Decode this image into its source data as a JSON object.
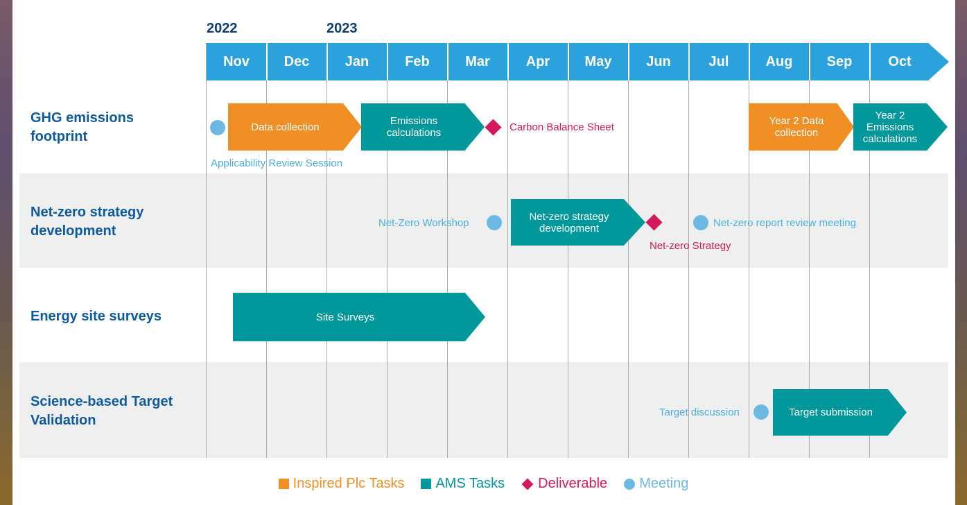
{
  "years": [
    "2022",
    "2023"
  ],
  "months": [
    "Nov",
    "Dec",
    "Jan",
    "Feb",
    "Mar",
    "Apr",
    "May",
    "Jun",
    "Jul",
    "Aug",
    "Sep",
    "Oct"
  ],
  "rows": [
    {
      "label": "GHG emissions footprint"
    },
    {
      "label": "Net-zero strategy development"
    },
    {
      "label": "Energy site surveys"
    },
    {
      "label": "Science-based Target Validation"
    }
  ],
  "tasks": {
    "data_collection": "Data collection",
    "emissions_calculations": "Emissions calculations",
    "year2_data_collection": "Year 2 Data collection",
    "year2_emissions_calculations": "Year 2 Emissions calculations",
    "net_zero_strategy_development": "Net-zero strategy development",
    "site_surveys": "Site Surveys",
    "target_submission": "Target submission"
  },
  "meetings": {
    "applicability_review": "Applicability Review Session",
    "net_zero_workshop": "Net-Zero Workshop",
    "net_zero_report_review": "Net-zero report review meeting",
    "target_discussion": "Target discussion"
  },
  "deliverables": {
    "carbon_balance_sheet": "Carbon Balance Sheet",
    "net_zero_strategy": "Net-zero Strategy"
  },
  "legend": {
    "inspired": "Inspired Plc Tasks",
    "ams": "AMS Tasks",
    "deliverable": "Deliverable",
    "meeting": "Meeting"
  },
  "colors": {
    "inspired": "#f08f23",
    "ams": "#00989a",
    "deliverable": "#d4195c",
    "meeting": "#6bb9e3",
    "header": "#2ba2dc",
    "row_label": "#0d5a9e"
  }
}
